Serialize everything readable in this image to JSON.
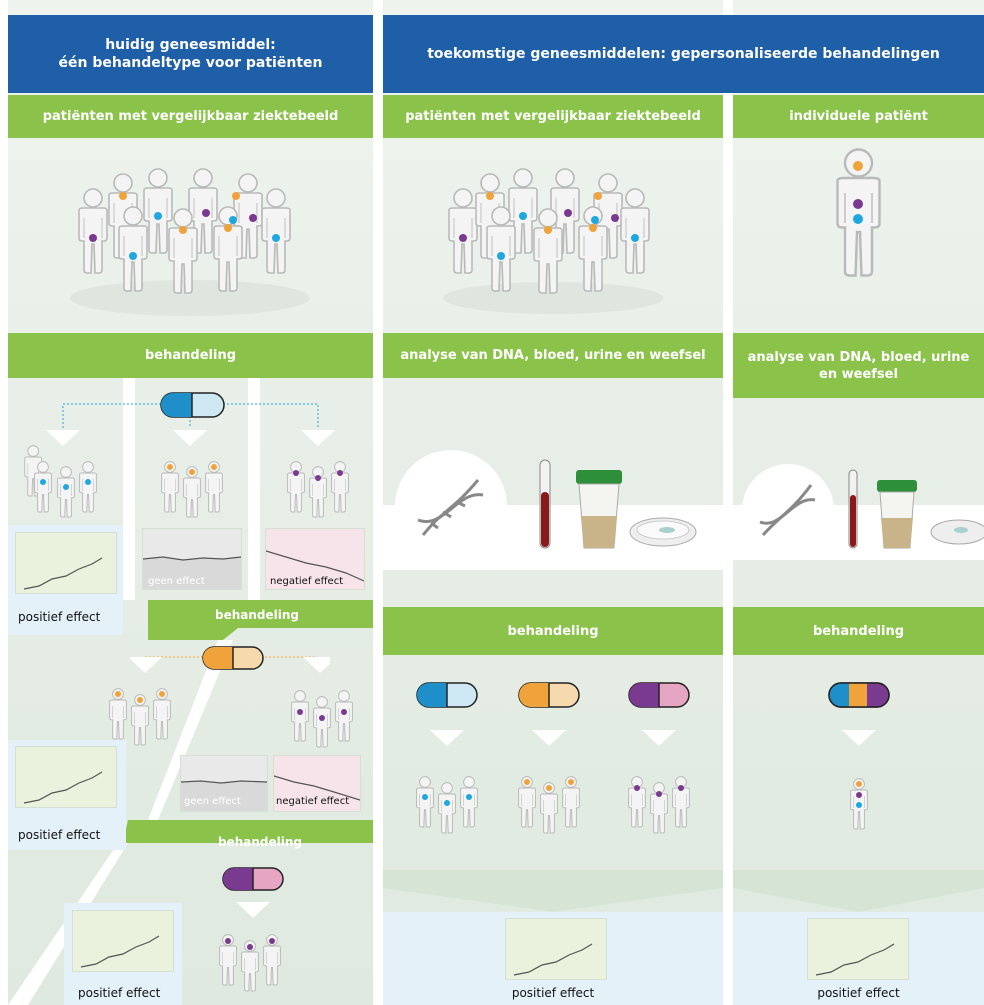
{
  "left": {
    "header": "huidig geneesmiddel:\néén behandeltype voor patiënten",
    "group_label": "patiënten met vergelijkbaar ziektebeeld",
    "treatment_label": "behandeling",
    "effects": {
      "positive": "positief effect",
      "none": "geen effect",
      "negative": "negatief effect"
    }
  },
  "middle": {
    "header": "toekomstige geneesmiddelen: gepersonaliseerde behandelingen",
    "group_label": "patiënten met vergelijkbaar ziektebeeld",
    "analysis_label": "analyse van DNA, bloed, urine en weefsel",
    "treatment_label": "behandeling",
    "effect": "positief effect"
  },
  "right": {
    "group_label": "individuele patiënt",
    "analysis_label": "analyse van DNA, bloed, urine en weefsel",
    "treatment_label": "behandeling",
    "effect": "positief effect"
  },
  "colors": {
    "header_blue": "#1f5fa8",
    "bar_green": "#8bc34a",
    "dot_blue": "#1fa7e0",
    "dot_orange": "#f0a33a",
    "dot_purple": "#7a3a8f",
    "panel_green": "#e2ecd9",
    "panel_blue": "#e4f1f8",
    "panel_pink": "#f6e4ea",
    "panel_grey": "#e9e9e9"
  },
  "icons": [
    "person-icon",
    "pill-icon",
    "dna-icon",
    "blood-tube-icon",
    "urine-cup-icon",
    "tissue-dish-icon",
    "arrow-down-icon",
    "line-graph-icon"
  ]
}
